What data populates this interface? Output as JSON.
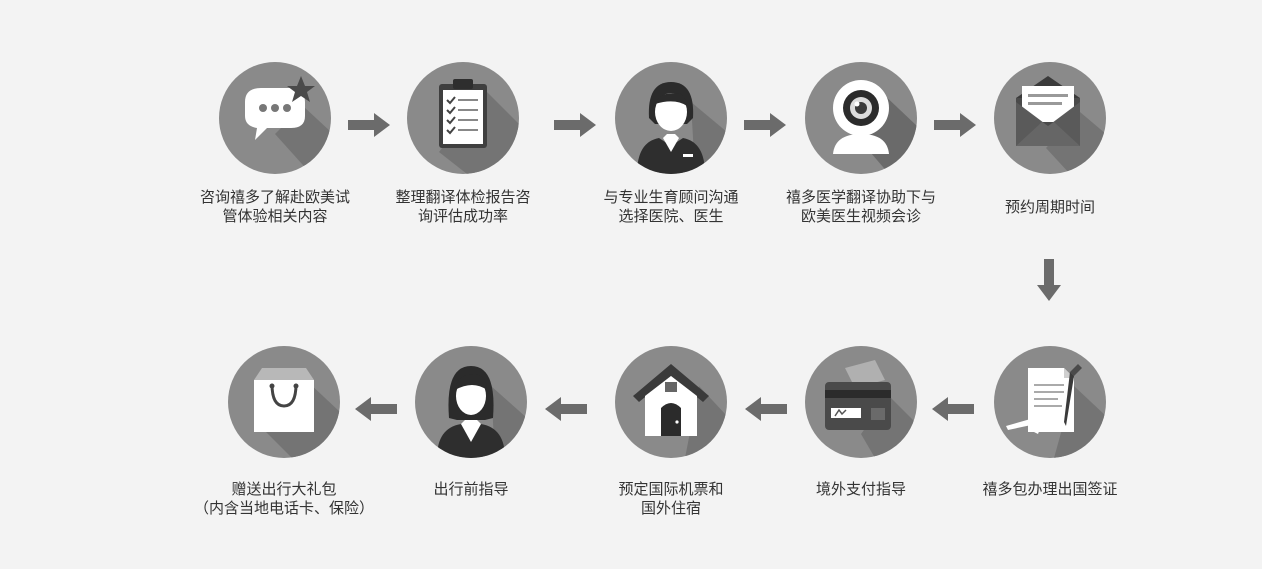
{
  "colors": {
    "background": "#f3f3f3",
    "circle": "#8a8a8a",
    "circle_shadow": "#6f6f6f",
    "arrow": "#6b6b6b",
    "text": "#333333"
  },
  "steps": [
    {
      "icon": "chat-bubble-icon",
      "lines": [
        "咨询禧多了解赴欧美试",
        "管体验相关内容"
      ]
    },
    {
      "icon": "clipboard-checklist-icon",
      "lines": [
        "整理翻译体检报告咨",
        "询评估成功率"
      ]
    },
    {
      "icon": "consultant-woman-icon",
      "lines": [
        "与专业生育顾问沟通",
        "选择医院、医生"
      ]
    },
    {
      "icon": "webcam-icon",
      "lines": [
        "禧多医学翻译协助下与",
        "欧美医生视频会诊"
      ]
    },
    {
      "icon": "envelope-icon",
      "lines": [
        "预约周期时间"
      ]
    },
    {
      "icon": "visa-document-plane-icon",
      "lines": [
        "禧多包办理出国签证"
      ]
    },
    {
      "icon": "bank-card-icon",
      "lines": [
        "境外支付指导"
      ]
    },
    {
      "icon": "house-icon",
      "lines": [
        "预定国际机票和",
        "国外住宿"
      ]
    },
    {
      "icon": "guide-woman-icon",
      "lines": [
        "出行前指导"
      ]
    },
    {
      "icon": "gift-bag-icon",
      "lines": [
        "赠送出行大礼包",
        "（内含当地电话卡、保险）"
      ]
    }
  ]
}
